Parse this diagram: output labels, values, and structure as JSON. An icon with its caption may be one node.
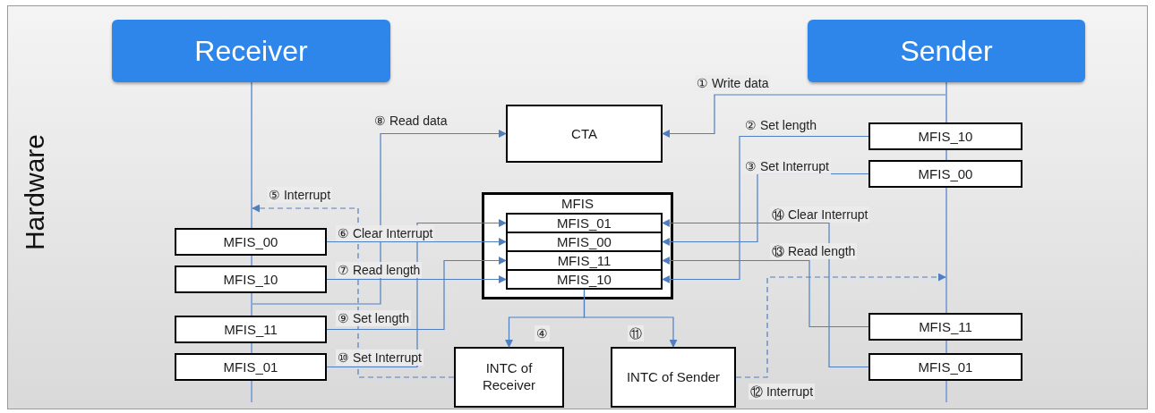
{
  "diagram": {
    "nodes": [
      {
        "text": [
          "Receiver"
        ]
      },
      {
        "text": [
          "Sender"
        ]
      },
      {
        "text": [
          "CTA"
        ]
      },
      {
        "text": [
          "MFIS"
        ]
      },
      {
        "text": [
          "MFIS_01"
        ],
        "in": 3
      },
      {
        "text": [
          "MFIS_00"
        ],
        "in": 3
      },
      {
        "text": [
          "MFIS_11"
        ],
        "in": 3
      },
      {
        "text": [
          "MFIS_10"
        ],
        "in": 3
      },
      {
        "text": [
          "MFIS_00"
        ]
      },
      {
        "text": [
          "MFIS_10"
        ]
      },
      {
        "text": [
          "MFIS_11"
        ]
      },
      {
        "text": [
          "MFIS_01"
        ]
      },
      {
        "text": [
          "MFIS_10"
        ]
      },
      {
        "text": [
          "MFIS_00"
        ]
      },
      {
        "text": [
          "MFIS_11"
        ]
      },
      {
        "text": [
          "MFIS_01"
        ]
      },
      {
        "text": [
          "INTC of Receiver"
        ]
      },
      {
        "text": [
          "INTC of Sender"
        ]
      },
      {
        "text": [],
        "shape": "line"
      },
      {
        "text": [],
        "shape": "line"
      }
    ],
    "edges": [
      {
        "from": 19,
        "to": 2,
        "arrow": "to",
        "label": "① Write data"
      },
      {
        "from": 12,
        "to": 7,
        "arrow": "to",
        "label": "② Set length"
      },
      {
        "from": 13,
        "to": 5,
        "arrow": "to",
        "label": "③ Set Interrupt"
      },
      {
        "from": 7,
        "to": 16,
        "arrow": "to",
        "label": "④"
      },
      {
        "from": 16,
        "to": 18,
        "arrow": "to",
        "label": "⑤ Interrupt",
        "style": "dashed"
      },
      {
        "from": 8,
        "to": 5,
        "arrow": "to",
        "label": "⑥ Clear Interrupt"
      },
      {
        "from": 9,
        "to": 7,
        "arrow": "to",
        "label": "⑦ Read length"
      },
      {
        "from": 18,
        "to": 2,
        "arrow": "to",
        "label": "⑧ Read data"
      },
      {
        "from": 10,
        "to": 6,
        "arrow": "to",
        "label": "⑨ Set length"
      },
      {
        "from": 11,
        "to": 4,
        "arrow": "to",
        "label": "⑩ Set Interrupt"
      },
      {
        "from": 7,
        "to": 17,
        "arrow": "to",
        "label": "⑪"
      },
      {
        "from": 17,
        "to": 19,
        "arrow": "to",
        "label": "⑫ Interrupt",
        "style": "dashed"
      },
      {
        "from": 14,
        "to": 6,
        "arrow": "to",
        "label": "⑬ Read length"
      },
      {
        "from": 15,
        "to": 4,
        "arrow": "to",
        "label": "⑭ Clear Interrupt"
      }
    ],
    "labels": [
      "Hardware"
    ]
  }
}
